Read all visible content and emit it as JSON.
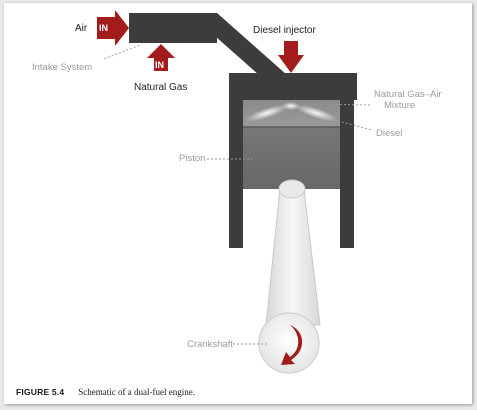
{
  "labels": {
    "air": "Air",
    "in_tag": "IN",
    "intake_system": "Intake System",
    "natural_gas": "Natural Gas",
    "diesel_injector": "Diesel injector",
    "natural_gas_air_mixture": [
      "Natural Gas–Air",
      "Mixture"
    ],
    "diesel": "Diesel",
    "piston": "Piston",
    "crankshaft": "Crankshaft"
  },
  "caption": {
    "number": "FIGURE 5.4",
    "text": "Schematic of a dual-fuel engine."
  },
  "colors": {
    "arrow_red": "#a31c1c",
    "engine_dark": "#3c3c3c",
    "chamber_gray": "#8a8a8a",
    "piston_gray": "#6d6d6d",
    "rod_light": "#f2f2f2",
    "label_gray": "#9a9a9a"
  }
}
